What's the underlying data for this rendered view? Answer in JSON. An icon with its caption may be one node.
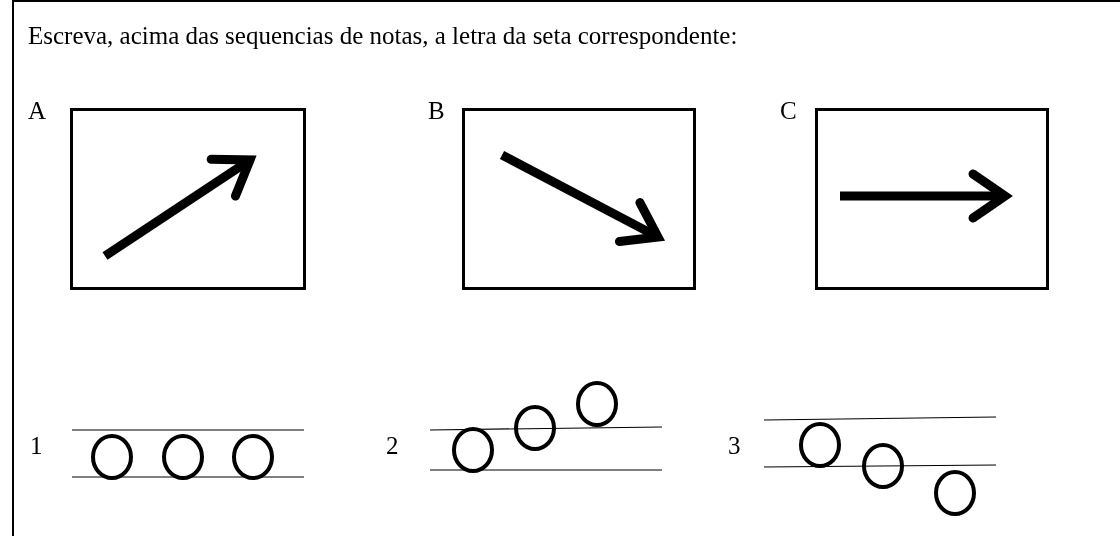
{
  "diagram": {
    "title": "Escreva, acima das sequencias de notas, a letra da seta correspondente:",
    "nodes": [
      {
        "text": [],
        "shape": "picture",
        "beside": [
          "A"
        ]
      },
      {
        "text": [],
        "shape": "picture",
        "beside": [
          "B"
        ]
      },
      {
        "text": [],
        "shape": "picture",
        "beside": [
          "C"
        ]
      },
      {
        "text": [],
        "shape": "picture",
        "beside": [
          "1"
        ]
      },
      {
        "text": [],
        "shape": "picture",
        "beside": [
          "2"
        ]
      },
      {
        "text": [],
        "shape": "picture",
        "beside": [
          "3"
        ]
      }
    ]
  }
}
